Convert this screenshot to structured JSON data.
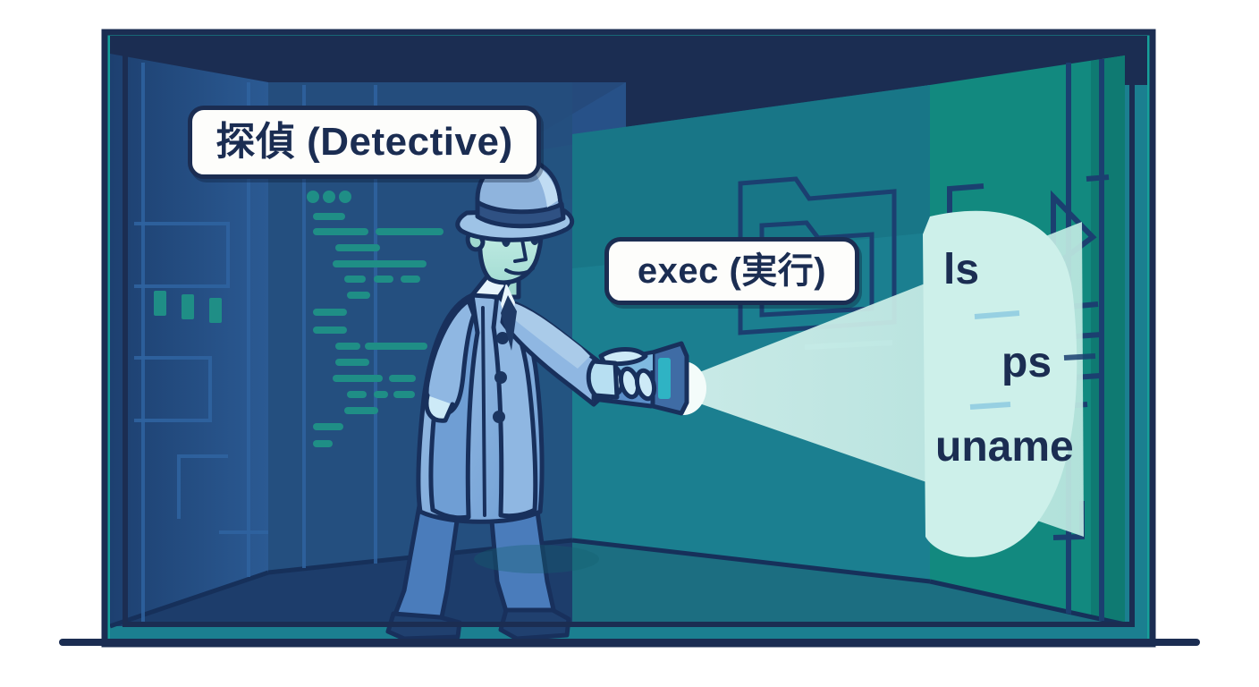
{
  "illustration": {
    "title_label": "探偵 (Detective)",
    "action_label": "exec (実行)",
    "scene_name": "detective-room-scene",
    "commands": [
      "ls",
      "ps",
      "uname"
    ],
    "command_separator": "—",
    "colors": {
      "background": "#ffffff",
      "frame_teal": "#16a09a",
      "frame_outline": "#1b2d52",
      "ceiling_navy": "#1b2d52",
      "wall_left_blue": "#204779",
      "wall_back_blue": "#2b5a93",
      "wall_teal": "#1b7f90",
      "wall_teal_dark": "#146b7d",
      "wall_teal_right": "#12897f",
      "floor_navy": "#1d3d6b",
      "beam_light": "#bdeae4",
      "beam_spot": "#cdf0ea",
      "coat_blue": "#7ea9da",
      "coat_shadow": "#4f7cb8",
      "skin_mint": "#b9eae2",
      "hat_blue": "#8fb4dd",
      "outline": "#18305c",
      "code_teal": "#1f8e86",
      "detail_line": "#2f63a0",
      "label_bg": "#fdfdfb",
      "label_border": "#1b2d52",
      "label_text": "#1b2d52"
    },
    "icons": {
      "folder": "folder-outline-icon",
      "play": "play-triangle-icon",
      "flashlight": "flashlight-icon",
      "fedora": "fedora-hat-icon"
    }
  }
}
